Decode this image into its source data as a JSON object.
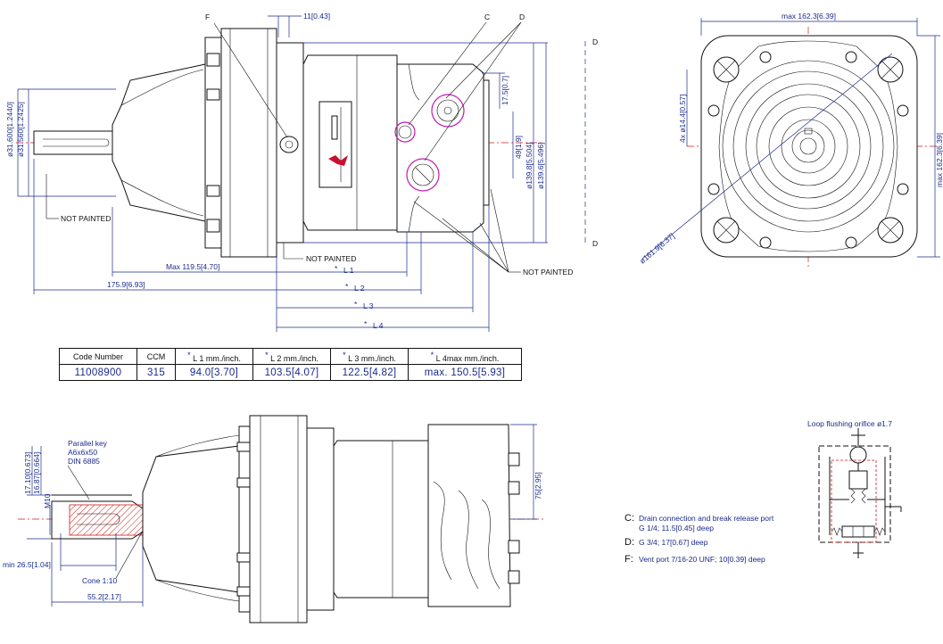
{
  "labels": {
    "F": "F",
    "C": "C",
    "D": "D",
    "D_marker_top": "D",
    "D_marker_bottom": "D"
  },
  "dims": {
    "top_11": "11[0.43]",
    "d31600": "ø31.600[1.2440]",
    "d31560": "ø31.560[1.2425]",
    "d17_5": "17.5[0.7]",
    "d49": "49[1.9]",
    "d139_8": "ø139.8[5.504]",
    "d139_6": "ø139.6[5.496]",
    "max119": "Max  119.5[4.70]",
    "d175": "175.9[6.93]",
    "L1": "L 1",
    "L2": "L 2",
    "L3": "L 3",
    "L4": "L 4",
    "star": "*",
    "max162_top": "max  162.3[6.39]",
    "max162_side": "max  162.3[6.39]",
    "holes": "4x  ø14.4[0.57]",
    "d161": "ø161.9[6.37]",
    "d17_10": "17.10[0.673]",
    "d16_87": "16.87[0.664]",
    "m10": "M10",
    "min26": "min  26.5[1.04]",
    "cone": "Cone 1:10",
    "d55": "55.2[2.17]",
    "d75": "75[2.95]"
  },
  "notes": {
    "not_painted_left": "NOT PAINTED",
    "not_painted_mid": "NOT PAINTED",
    "not_painted_right": "NOT PAINTED",
    "parallel_key_1": "Parallel key",
    "parallel_key_2": "A6x6x50",
    "parallel_key_3": "DIN  6885",
    "loop_flushing": "Loop flushing orifice ø1.7"
  },
  "legend": [
    {
      "key": "C:",
      "line1": "Drain connection and break release port",
      "line2": "G 1/4;  11.5[0.45] deep"
    },
    {
      "key": "D:",
      "line1": "G 3/4;  17[0.67] deep",
      "line2": ""
    },
    {
      "key": "F:",
      "line1": "Vent port 7/16-20 UNF;  10[0.39] deep",
      "line2": ""
    }
  ],
  "table": {
    "headers": [
      {
        "star": "",
        "text": "Code Number"
      },
      {
        "star": "",
        "text": "CCM"
      },
      {
        "star": "*",
        "text": "L 1 mm./inch."
      },
      {
        "star": "*",
        "text": "L 2 mm./inch."
      },
      {
        "star": "*",
        "text": "L 3 mm./inch."
      },
      {
        "star": "*",
        "text": "L 4max mm./inch."
      }
    ],
    "row": [
      "11008900",
      "315",
      "94.0[3.70]",
      "103.5[4.07]",
      "122.5[4.82]",
      "max.  150.5[5.93]"
    ]
  }
}
